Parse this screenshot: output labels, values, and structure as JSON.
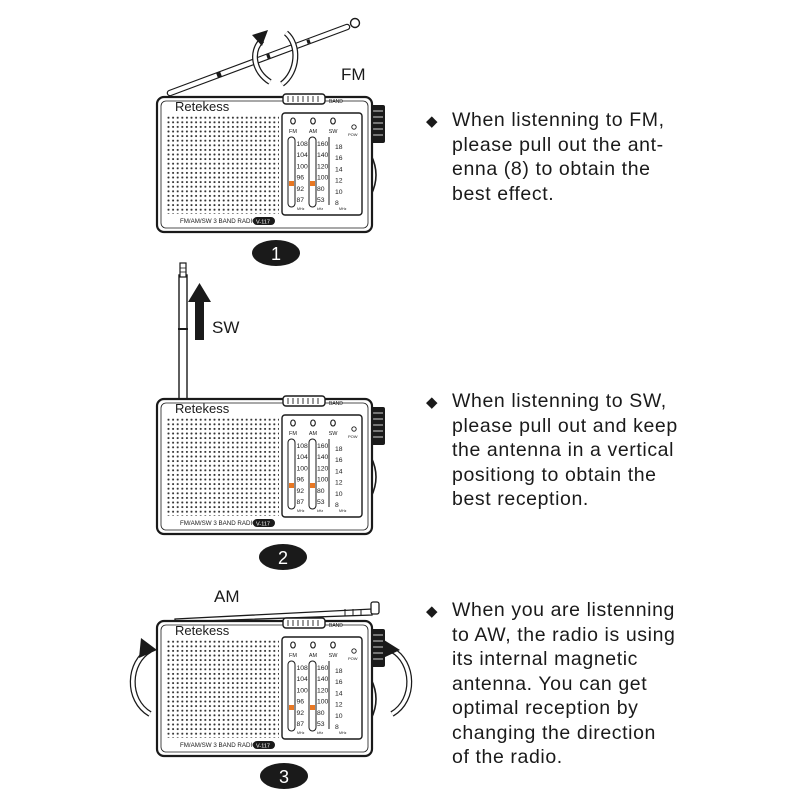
{
  "brand": "Retekess",
  "band_switch_label": "BAND",
  "model_text": "FM/AM/SW 3 BAND RADIO",
  "model_badge": "V-117",
  "power_label": "POW",
  "dial": {
    "band_headers": [
      "FM",
      "AM",
      "SW"
    ],
    "fm_scale": [
      "108",
      "104",
      "100",
      "96",
      "92",
      "87"
    ],
    "am_scale": [
      "160",
      "140",
      "120",
      "100",
      "80",
      "53"
    ],
    "sw_scale": [
      "18",
      "16",
      "14",
      "12",
      "10",
      "8"
    ],
    "fm_unit": "MHz",
    "am_unit": "kHz",
    "sw_unit": "MHz"
  },
  "steps": [
    {
      "number": "1",
      "band_label": "FM",
      "bullet": "◆",
      "lines": [
        "When listenning to FM,",
        "please pull out the ant-",
        "enna (8) to obtain the",
        "best effect."
      ]
    },
    {
      "number": "2",
      "band_label": "SW",
      "bullet": "◆",
      "lines": [
        "When listenning to SW,",
        "please pull out and keep",
        "the antenna in a vertical",
        "positiong to obtain the",
        "best reception."
      ]
    },
    {
      "number": "3",
      "band_label": "AM",
      "bullet": "◆",
      "lines": [
        "When you are listenning",
        "to AW, the radio is using",
        "its internal magnetic",
        "antenna. You can get",
        "optimal reception by",
        "changing the direction",
        "of the radio."
      ]
    }
  ],
  "colors": {
    "ink": "#1a1a1a",
    "tuning_marker": "#e87722",
    "body_fill": "#ffffff"
  }
}
